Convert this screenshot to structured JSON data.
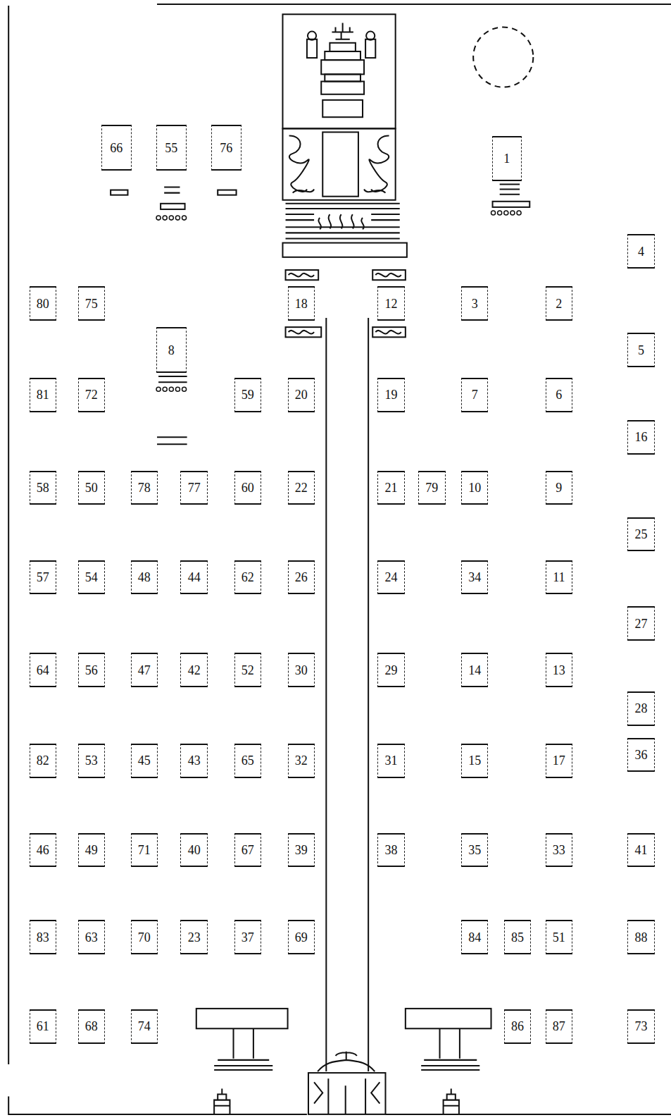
{
  "diagram": {
    "nodes": [
      {
        "text": [
          "66"
        ]
      },
      {
        "text": [
          "55"
        ]
      },
      {
        "text": [
          "76"
        ]
      },
      {
        "text": [
          "1"
        ]
      },
      {
        "text": [
          "4"
        ]
      },
      {
        "text": [
          "80"
        ]
      },
      {
        "text": [
          "75"
        ]
      },
      {
        "text": [
          "18"
        ]
      },
      {
        "text": [
          "12"
        ]
      },
      {
        "text": [
          "3"
        ]
      },
      {
        "text": [
          "2"
        ]
      },
      {
        "text": [
          "8"
        ]
      },
      {
        "text": [
          "5"
        ]
      },
      {
        "text": [
          "81"
        ]
      },
      {
        "text": [
          "72"
        ]
      },
      {
        "text": [
          "59"
        ]
      },
      {
        "text": [
          "20"
        ]
      },
      {
        "text": [
          "19"
        ]
      },
      {
        "text": [
          "7"
        ]
      },
      {
        "text": [
          "6"
        ]
      },
      {
        "text": [
          "16"
        ]
      },
      {
        "text": [
          "58"
        ]
      },
      {
        "text": [
          "50"
        ]
      },
      {
        "text": [
          "78"
        ]
      },
      {
        "text": [
          "77"
        ]
      },
      {
        "text": [
          "60"
        ]
      },
      {
        "text": [
          "22"
        ]
      },
      {
        "text": [
          "21"
        ]
      },
      {
        "text": [
          "79"
        ]
      },
      {
        "text": [
          "10"
        ]
      },
      {
        "text": [
          "9"
        ]
      },
      {
        "text": [
          "25"
        ]
      },
      {
        "text": [
          "57"
        ]
      },
      {
        "text": [
          "54"
        ]
      },
      {
        "text": [
          "48"
        ]
      },
      {
        "text": [
          "44"
        ]
      },
      {
        "text": [
          "62"
        ]
      },
      {
        "text": [
          "26"
        ]
      },
      {
        "text": [
          "24"
        ]
      },
      {
        "text": [
          "34"
        ]
      },
      {
        "text": [
          "11"
        ]
      },
      {
        "text": [
          "27"
        ]
      },
      {
        "text": [
          "64"
        ]
      },
      {
        "text": [
          "56"
        ]
      },
      {
        "text": [
          "47"
        ]
      },
      {
        "text": [
          "42"
        ]
      },
      {
        "text": [
          "52"
        ]
      },
      {
        "text": [
          "30"
        ]
      },
      {
        "text": [
          "29"
        ]
      },
      {
        "text": [
          "14"
        ]
      },
      {
        "text": [
          "13"
        ]
      },
      {
        "text": [
          "28"
        ]
      },
      {
        "text": [
          "82"
        ]
      },
      {
        "text": [
          "53"
        ]
      },
      {
        "text": [
          "45"
        ]
      },
      {
        "text": [
          "43"
        ]
      },
      {
        "text": [
          "65"
        ]
      },
      {
        "text": [
          "32"
        ]
      },
      {
        "text": [
          "31"
        ]
      },
      {
        "text": [
          "15"
        ]
      },
      {
        "text": [
          "17"
        ]
      },
      {
        "text": [
          "36"
        ]
      },
      {
        "text": [
          "46"
        ]
      },
      {
        "text": [
          "49"
        ]
      },
      {
        "text": [
          "71"
        ]
      },
      {
        "text": [
          "40"
        ]
      },
      {
        "text": [
          "67"
        ]
      },
      {
        "text": [
          "39"
        ]
      },
      {
        "text": [
          "38"
        ]
      },
      {
        "text": [
          "35"
        ]
      },
      {
        "text": [
          "33"
        ]
      },
      {
        "text": [
          "41"
        ]
      },
      {
        "text": [
          "83"
        ]
      },
      {
        "text": [
          "63"
        ]
      },
      {
        "text": [
          "70"
        ]
      },
      {
        "text": [
          "23"
        ]
      },
      {
        "text": [
          "37"
        ]
      },
      {
        "text": [
          "69"
        ]
      },
      {
        "text": [
          "84"
        ]
      },
      {
        "text": [
          "85"
        ]
      },
      {
        "text": [
          "51"
        ]
      },
      {
        "text": [
          "88"
        ]
      },
      {
        "text": [
          "61"
        ]
      },
      {
        "text": [
          "68"
        ]
      },
      {
        "text": [
          "74"
        ]
      },
      {
        "text": [
          "86"
        ]
      },
      {
        "text": [
          "87"
        ]
      },
      {
        "text": [
          "73"
        ]
      }
    ]
  }
}
